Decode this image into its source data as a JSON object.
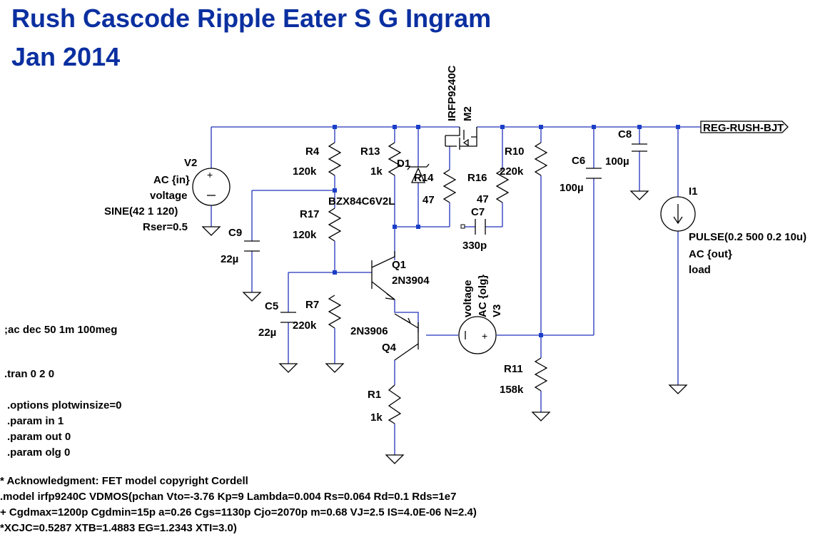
{
  "title": {
    "line1": "Rush Cascode Ripple Eater S G Ingram",
    "line2": "Jan 2014"
  },
  "net_label": "REG-RUSH-BJT",
  "components": {
    "V2": {
      "ref": "V2",
      "lines": [
        "AC {in}",
        "voltage",
        "SINE(42 1 120)",
        "Rser=0.5"
      ]
    },
    "R4": {
      "ref": "R4",
      "value": "120k"
    },
    "R13": {
      "ref": "R13",
      "value": "1k"
    },
    "D1": {
      "ref": "D1",
      "value": "BZX84C6V2L"
    },
    "R14": {
      "ref": "R14",
      "value": "47"
    },
    "M2": {
      "ref": "M2",
      "value": "IRFP9240C"
    },
    "R16": {
      "ref": "R16",
      "value": "47"
    },
    "R10": {
      "ref": "R10",
      "value": "220k"
    },
    "C6": {
      "ref": "C6",
      "value": "100µ"
    },
    "C8": {
      "ref": "C8",
      "value": "100µ"
    },
    "I1": {
      "ref": "I1",
      "lines": [
        "PULSE(0.2 500 0.2 10u)",
        "AC {out}",
        "load"
      ]
    },
    "C7": {
      "ref": "C7",
      "value": "330p"
    },
    "R17": {
      "ref": "R17",
      "value": "120k"
    },
    "C9": {
      "ref": "C9",
      "value": "22µ"
    },
    "Q1": {
      "ref": "Q1",
      "value": "2N3904"
    },
    "C5": {
      "ref": "C5",
      "value": "22µ"
    },
    "R7": {
      "ref": "R7",
      "value": "220k"
    },
    "Q4": {
      "ref": "Q4",
      "value": "2N3906"
    },
    "V3": {
      "ref": "V3",
      "lines": [
        "voltage",
        "AC {olg}"
      ]
    },
    "R11": {
      "ref": "R11",
      "value": "158k"
    },
    "R1": {
      "ref": "R1",
      "value": "1k"
    }
  },
  "directives": [
    ";ac dec 50 1m 100meg",
    ".tran 0 2 0",
    ".options plotwinsize=0",
    ".param in 1",
    ".param out 0",
    ".param olg 0"
  ],
  "model_text": [
    "* Acknowledgment:  FET model copyright Cordell",
    ".model irfp9240C VDMOS(pchan Vto=-3.76 Kp=9 Lambda=0.004 Rs=0.064 Rd=0.1 Rds=1e7",
    "+ Cgdmax=1200p Cgdmin=15p a=0.26 Cgs=1130p Cjo=2070p m=0.68 VJ=2.5 IS=4.0E-06 N=2.4)",
    "*XCJC=0.5287 XTB=1.4883 EG=1.2343 XTI=3.0)"
  ]
}
